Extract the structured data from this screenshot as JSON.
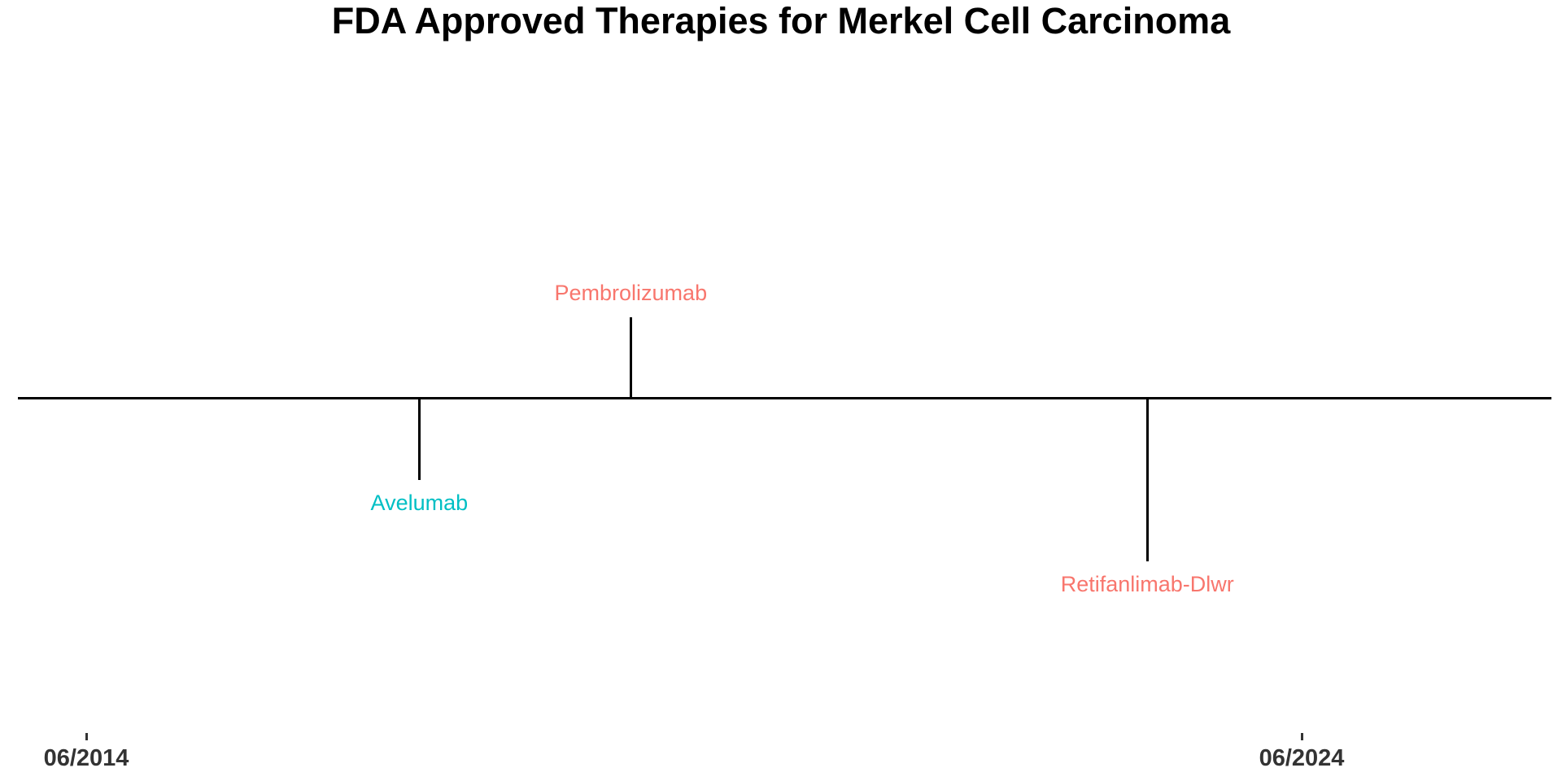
{
  "title": "FDA Approved Therapies for Merkel Cell Carcinoma",
  "colors": {
    "salmon": "#F8766D",
    "teal": "#00BFC4",
    "line": "#000000",
    "axis_text": "#333333",
    "background": "#FFFFFF"
  },
  "chart_data": {
    "type": "timeline",
    "title": "FDA Approved Therapies for Merkel Cell Carcinoma",
    "x_axis": {
      "tick_labels": [
        "06/2014",
        "06/2024"
      ],
      "tick_frac": [
        0,
        1
      ]
    },
    "events": [
      {
        "label": "Avelumab",
        "color": "#00BFC4",
        "side": "below",
        "level": 1,
        "axis_frac": 0.274,
        "estimated_date": "03/2017"
      },
      {
        "label": "Pembrolizumab",
        "color": "#F8766D",
        "side": "above",
        "level": 1,
        "axis_frac": 0.448,
        "estimated_date": "12/2018"
      },
      {
        "label": "Retifanlimab-Dlwr",
        "color": "#F8766D",
        "side": "below",
        "level": 2,
        "axis_frac": 0.873,
        "estimated_date": "03/2023"
      }
    ],
    "legend": false,
    "grid": false
  }
}
